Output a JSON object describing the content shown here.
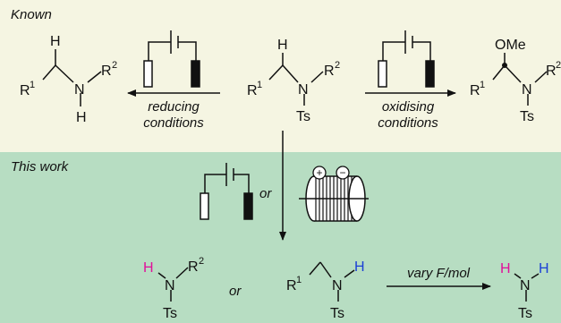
{
  "sections": {
    "known": {
      "label": "Known"
    },
    "this_work": {
      "label": "This work"
    }
  },
  "labels": {
    "R": "R",
    "N": "N",
    "H": "H",
    "Ts": "Ts",
    "OMe": "OMe",
    "sup1": "1",
    "sup2": "2",
    "reducing_line1": "reducing",
    "reducing_line2": "conditions",
    "oxidising_line1": "oxidising",
    "oxidising_line2": "conditions",
    "or": "or",
    "vary": "vary F/mol",
    "plus": "+",
    "minus": "−"
  },
  "colors": {
    "known_bg": "#f5f5e2",
    "this_work_bg": "#b7ddc2",
    "magenta_h": "#e0109a",
    "blue_h": "#1a3fd6",
    "ink": "#111111"
  }
}
